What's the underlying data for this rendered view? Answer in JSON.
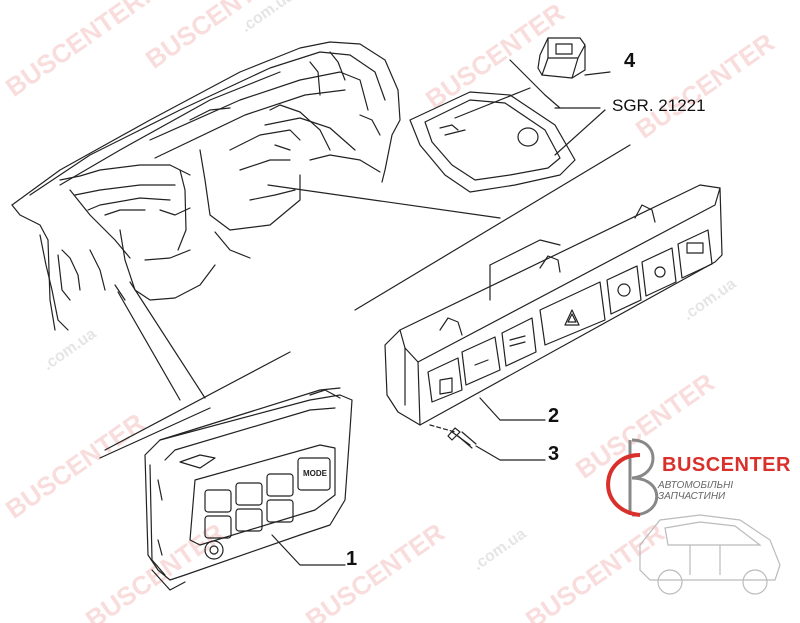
{
  "diagram": {
    "callouts": [
      {
        "id": "1",
        "label": "1"
      },
      {
        "id": "2",
        "label": "2"
      },
      {
        "id": "3",
        "label": "3"
      },
      {
        "id": "4",
        "label": "4"
      }
    ],
    "group_ref": "SGR. 21221",
    "mode_button_label": "MODE"
  },
  "logo": {
    "name": "BUSCENTER",
    "subtitle": "АВТОМОБІЛЬНІ ЗАПЧАСТИНИ",
    "color": "#d9302c"
  },
  "watermark": {
    "brand": "BUSCENTER",
    "domain": ".com.ua"
  }
}
